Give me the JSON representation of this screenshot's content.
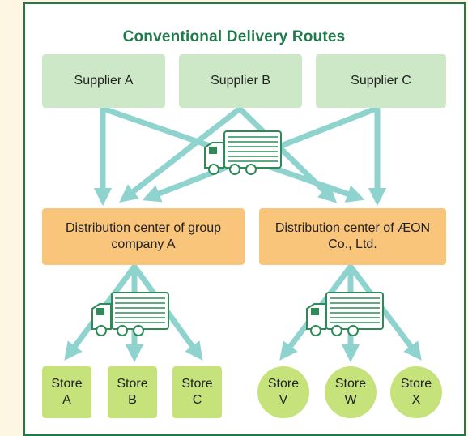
{
  "title": "Conventional Delivery Routes",
  "suppliers": [
    "Supplier A",
    "Supplier B",
    "Supplier C"
  ],
  "distribution_centers": [
    "Distribution center of group company A",
    "Distribution center of ÆON Co., Ltd."
  ],
  "stores_group_a": [
    "Store\nA",
    "Store\nB",
    "Store\nC"
  ],
  "stores_aeon": [
    "Store\nV",
    "Store\nW",
    "Store\nX"
  ],
  "colors": {
    "frame": "#1f7a4a",
    "title": "#1f7a4a",
    "supplier_fill": "#cde8c6",
    "dc_fill": "#f8c57a",
    "store_fill": "#c5e37a",
    "arrow": "#8fd3cf",
    "truck": "#2e8b57"
  },
  "icons": [
    "truck-icon"
  ]
}
